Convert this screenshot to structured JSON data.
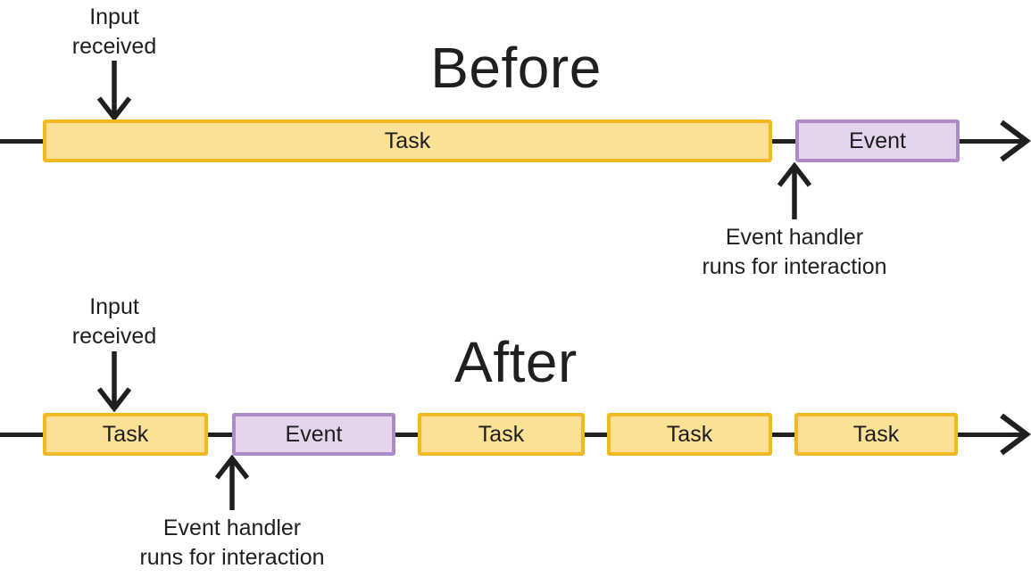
{
  "colors": {
    "ink": "#1e1f21",
    "task_fill": "#FBE195",
    "task_border": "#F2B822",
    "event_fill": "#E4D4EC",
    "event_border": "#AE8BC6"
  },
  "before": {
    "title": "Before",
    "input_annotation": "Input\nreceived",
    "handler_annotation": "Event handler\nruns for interaction",
    "segments": [
      {
        "type": "task",
        "label": "Task"
      },
      {
        "type": "event",
        "label": "Event"
      }
    ]
  },
  "after": {
    "title": "After",
    "input_annotation": "Input\nreceived",
    "handler_annotation": "Event handler\nruns for interaction",
    "segments": [
      {
        "type": "task",
        "label": "Task"
      },
      {
        "type": "event",
        "label": "Event"
      },
      {
        "type": "task",
        "label": "Task"
      },
      {
        "type": "task",
        "label": "Task"
      },
      {
        "type": "task",
        "label": "Task"
      }
    ]
  }
}
